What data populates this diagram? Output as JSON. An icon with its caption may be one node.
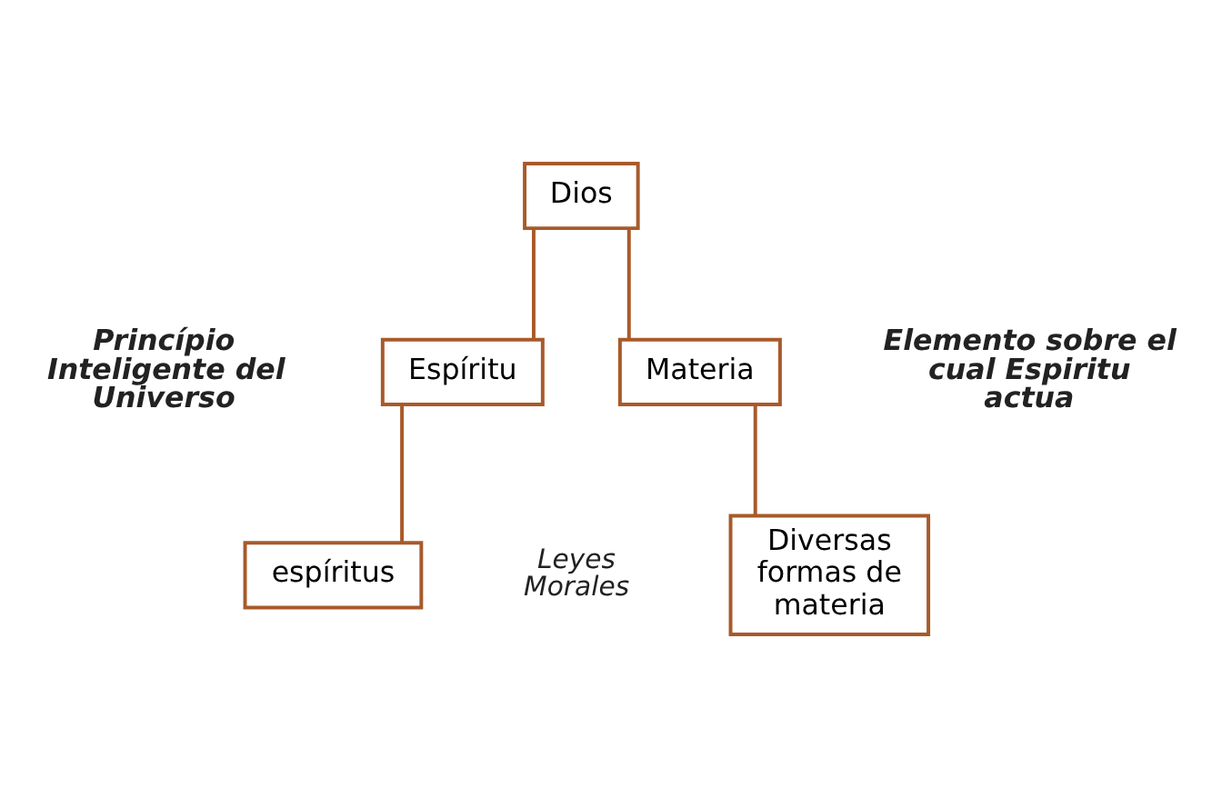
{
  "diagram": {
    "nodes": [
      {
        "text": [
          "Dios"
        ]
      },
      {
        "text": [
          "Espíritu"
        ]
      },
      {
        "text": [
          "Materia"
        ]
      },
      {
        "text": [
          "espíritus"
        ]
      },
      {
        "text": [
          "Diversas formas de materia"
        ]
      }
    ],
    "edges": [
      {
        "from": 0,
        "to": 1,
        "arrow": "none"
      },
      {
        "from": 0,
        "to": 2,
        "arrow": "none"
      },
      {
        "from": 1,
        "to": 3,
        "arrow": "none"
      },
      {
        "from": 2,
        "to": 4,
        "arrow": "none"
      }
    ],
    "labels": [
      "Princípio Inteligente del Universo",
      "Elemento sobre el cual Espiritu actua",
      "Leyes Morales"
    ]
  }
}
